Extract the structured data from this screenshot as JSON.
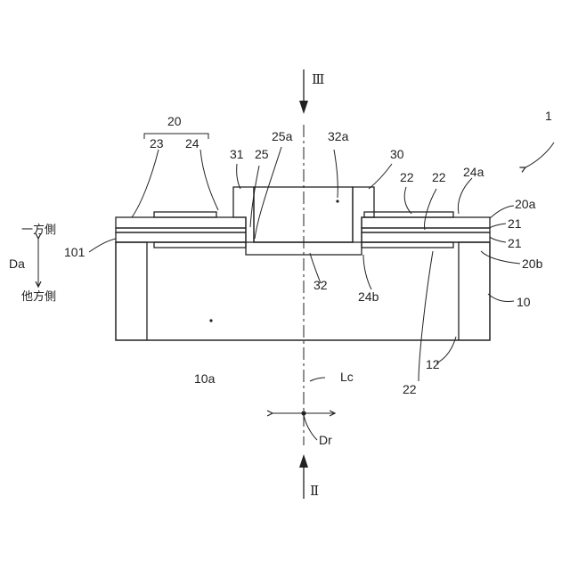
{
  "labels": {
    "l1": "1",
    "l10": "10",
    "l10a": "10a",
    "l12": "12",
    "l20": "20",
    "l20a": "20a",
    "l20b": "20b",
    "l21_top": "21",
    "l21_bot": "21",
    "l22_a": "22",
    "l22_b": "22",
    "l22_c": "22",
    "l23": "23",
    "l24": "24",
    "l24a": "24a",
    "l24b": "24b",
    "l25": "25",
    "l25a": "25a",
    "l30": "30",
    "l31": "31",
    "l32": "32",
    "l32a": "32a",
    "l101": "101",
    "lc": "Lc",
    "dr": "Dr",
    "da": "Da",
    "one_side": "一方側",
    "other_side": "他方側",
    "section_iii": "Ⅲ",
    "section_ii": "Ⅱ"
  }
}
